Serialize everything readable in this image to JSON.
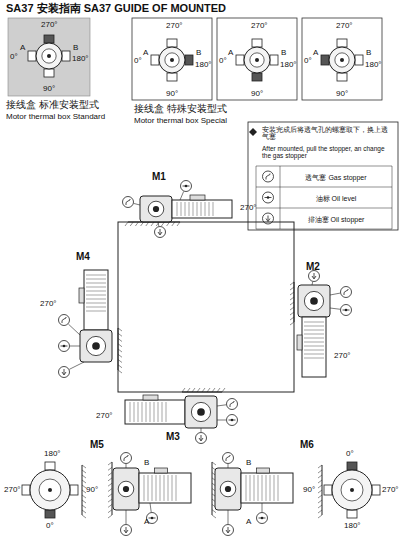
{
  "diagram": {
    "title": "SA37 安装指南 SA37 GUIDE OF MOUNTED",
    "labels": [
      "270°",
      "0°",
      "A",
      "B",
      "180°",
      "90°",
      "接线盒 标准安装型式",
      "Motor thermal box Standard",
      "270°",
      "0°",
      "A",
      "B",
      "180°",
      "90°",
      "270°",
      "0°",
      "A",
      "B",
      "180°",
      "90°",
      "270°",
      "0°",
      "A",
      "B",
      "180°",
      "90°",
      "接线盒 特殊安装型式",
      "Motor thermal box Special",
      "安装完成后将透气孔的螺塞取下，换上透气塞",
      "After mounted, pull the stopper, an change the gas stopper",
      "M1",
      "270°",
      "M4",
      "270°",
      "M2",
      "270°",
      "M3",
      "270°",
      "M5",
      "180°",
      "270°",
      "0°",
      "90°",
      "B",
      "A",
      "M6",
      "0°",
      "90°",
      "270°",
      "180°",
      "B",
      "A"
    ],
    "legend": [
      {
        "text": "透气塞 Gas stopper"
      },
      {
        "text": "油标 Oil level"
      },
      {
        "text": "排油塞 Oil stopper"
      }
    ]
  }
}
